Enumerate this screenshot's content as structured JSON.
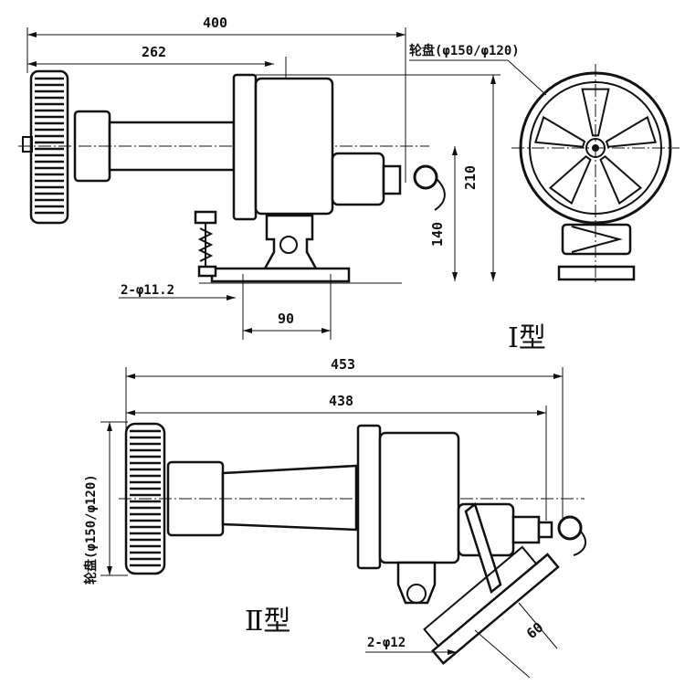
{
  "dims": {
    "d400": "400",
    "d262": "262",
    "d210": "210",
    "d140": "140",
    "d90": "90",
    "hole1": "2-φ11.2",
    "d453": "453",
    "d438": "438",
    "d60": "60",
    "hole2": "2-φ12"
  },
  "labels": {
    "wheel_top": "轮盘(φ150/φ120)",
    "wheel_side": "轮盘(φ150/φ120)",
    "type1": "Ⅰ型",
    "type2": "Ⅱ型"
  }
}
